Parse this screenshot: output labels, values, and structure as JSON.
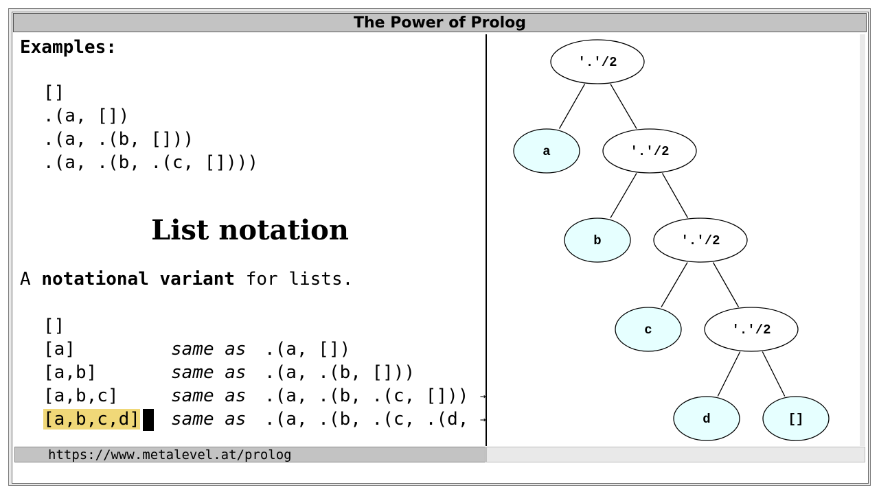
{
  "window": {
    "title": "The Power of Prolog"
  },
  "left": {
    "examples_heading": "Examples:",
    "examples": [
      "[]",
      ".(a, [])",
      ".(a, .(b, []))",
      ".(a, .(b, .(c, [])))"
    ],
    "section_title": "List notation",
    "intro_prefix": "A ",
    "intro_bold": "notational variant",
    "intro_suffix": " for lists.",
    "rows": [
      {
        "list": "[]",
        "same_as": "",
        "equiv": ""
      },
      {
        "list": "[a]",
        "same_as": "same as",
        "equiv": ".(a, [])"
      },
      {
        "list": "[a,b]",
        "same_as": "same as",
        "equiv": ".(a, .(b, []))"
      },
      {
        "list": "[a,b,c]",
        "same_as": "same as",
        "equiv": ".(a, .(b, .(c, []))"
      },
      {
        "list": "[a,b,c,d]",
        "same_as": "same as",
        "equiv": ".(a, .(b, .(c, .(d,"
      }
    ],
    "truncation_marker": "→",
    "highlight_color": "#f0d878"
  },
  "status": {
    "url": "https://www.metalevel.at/prolog"
  },
  "tree": {
    "functor_label": "'.'/2",
    "leaf_fill": "#e6ffff",
    "nodes": [
      {
        "id": "n1",
        "label": "'.'/2",
        "kind": "functor"
      },
      {
        "id": "a",
        "label": "a",
        "kind": "leaf"
      },
      {
        "id": "n2",
        "label": "'.'/2",
        "kind": "functor"
      },
      {
        "id": "b",
        "label": "b",
        "kind": "leaf"
      },
      {
        "id": "n3",
        "label": "'.'/2",
        "kind": "functor"
      },
      {
        "id": "c",
        "label": "c",
        "kind": "leaf"
      },
      {
        "id": "n4",
        "label": "'.'/2",
        "kind": "functor"
      },
      {
        "id": "d",
        "label": "d",
        "kind": "leaf"
      },
      {
        "id": "nil",
        "label": "[]",
        "kind": "leaf"
      }
    ],
    "edges": [
      [
        "n1",
        "a"
      ],
      [
        "n1",
        "n2"
      ],
      [
        "n2",
        "b"
      ],
      [
        "n2",
        "n3"
      ],
      [
        "n3",
        "c"
      ],
      [
        "n3",
        "n4"
      ],
      [
        "n4",
        "d"
      ],
      [
        "n4",
        "nil"
      ]
    ]
  }
}
